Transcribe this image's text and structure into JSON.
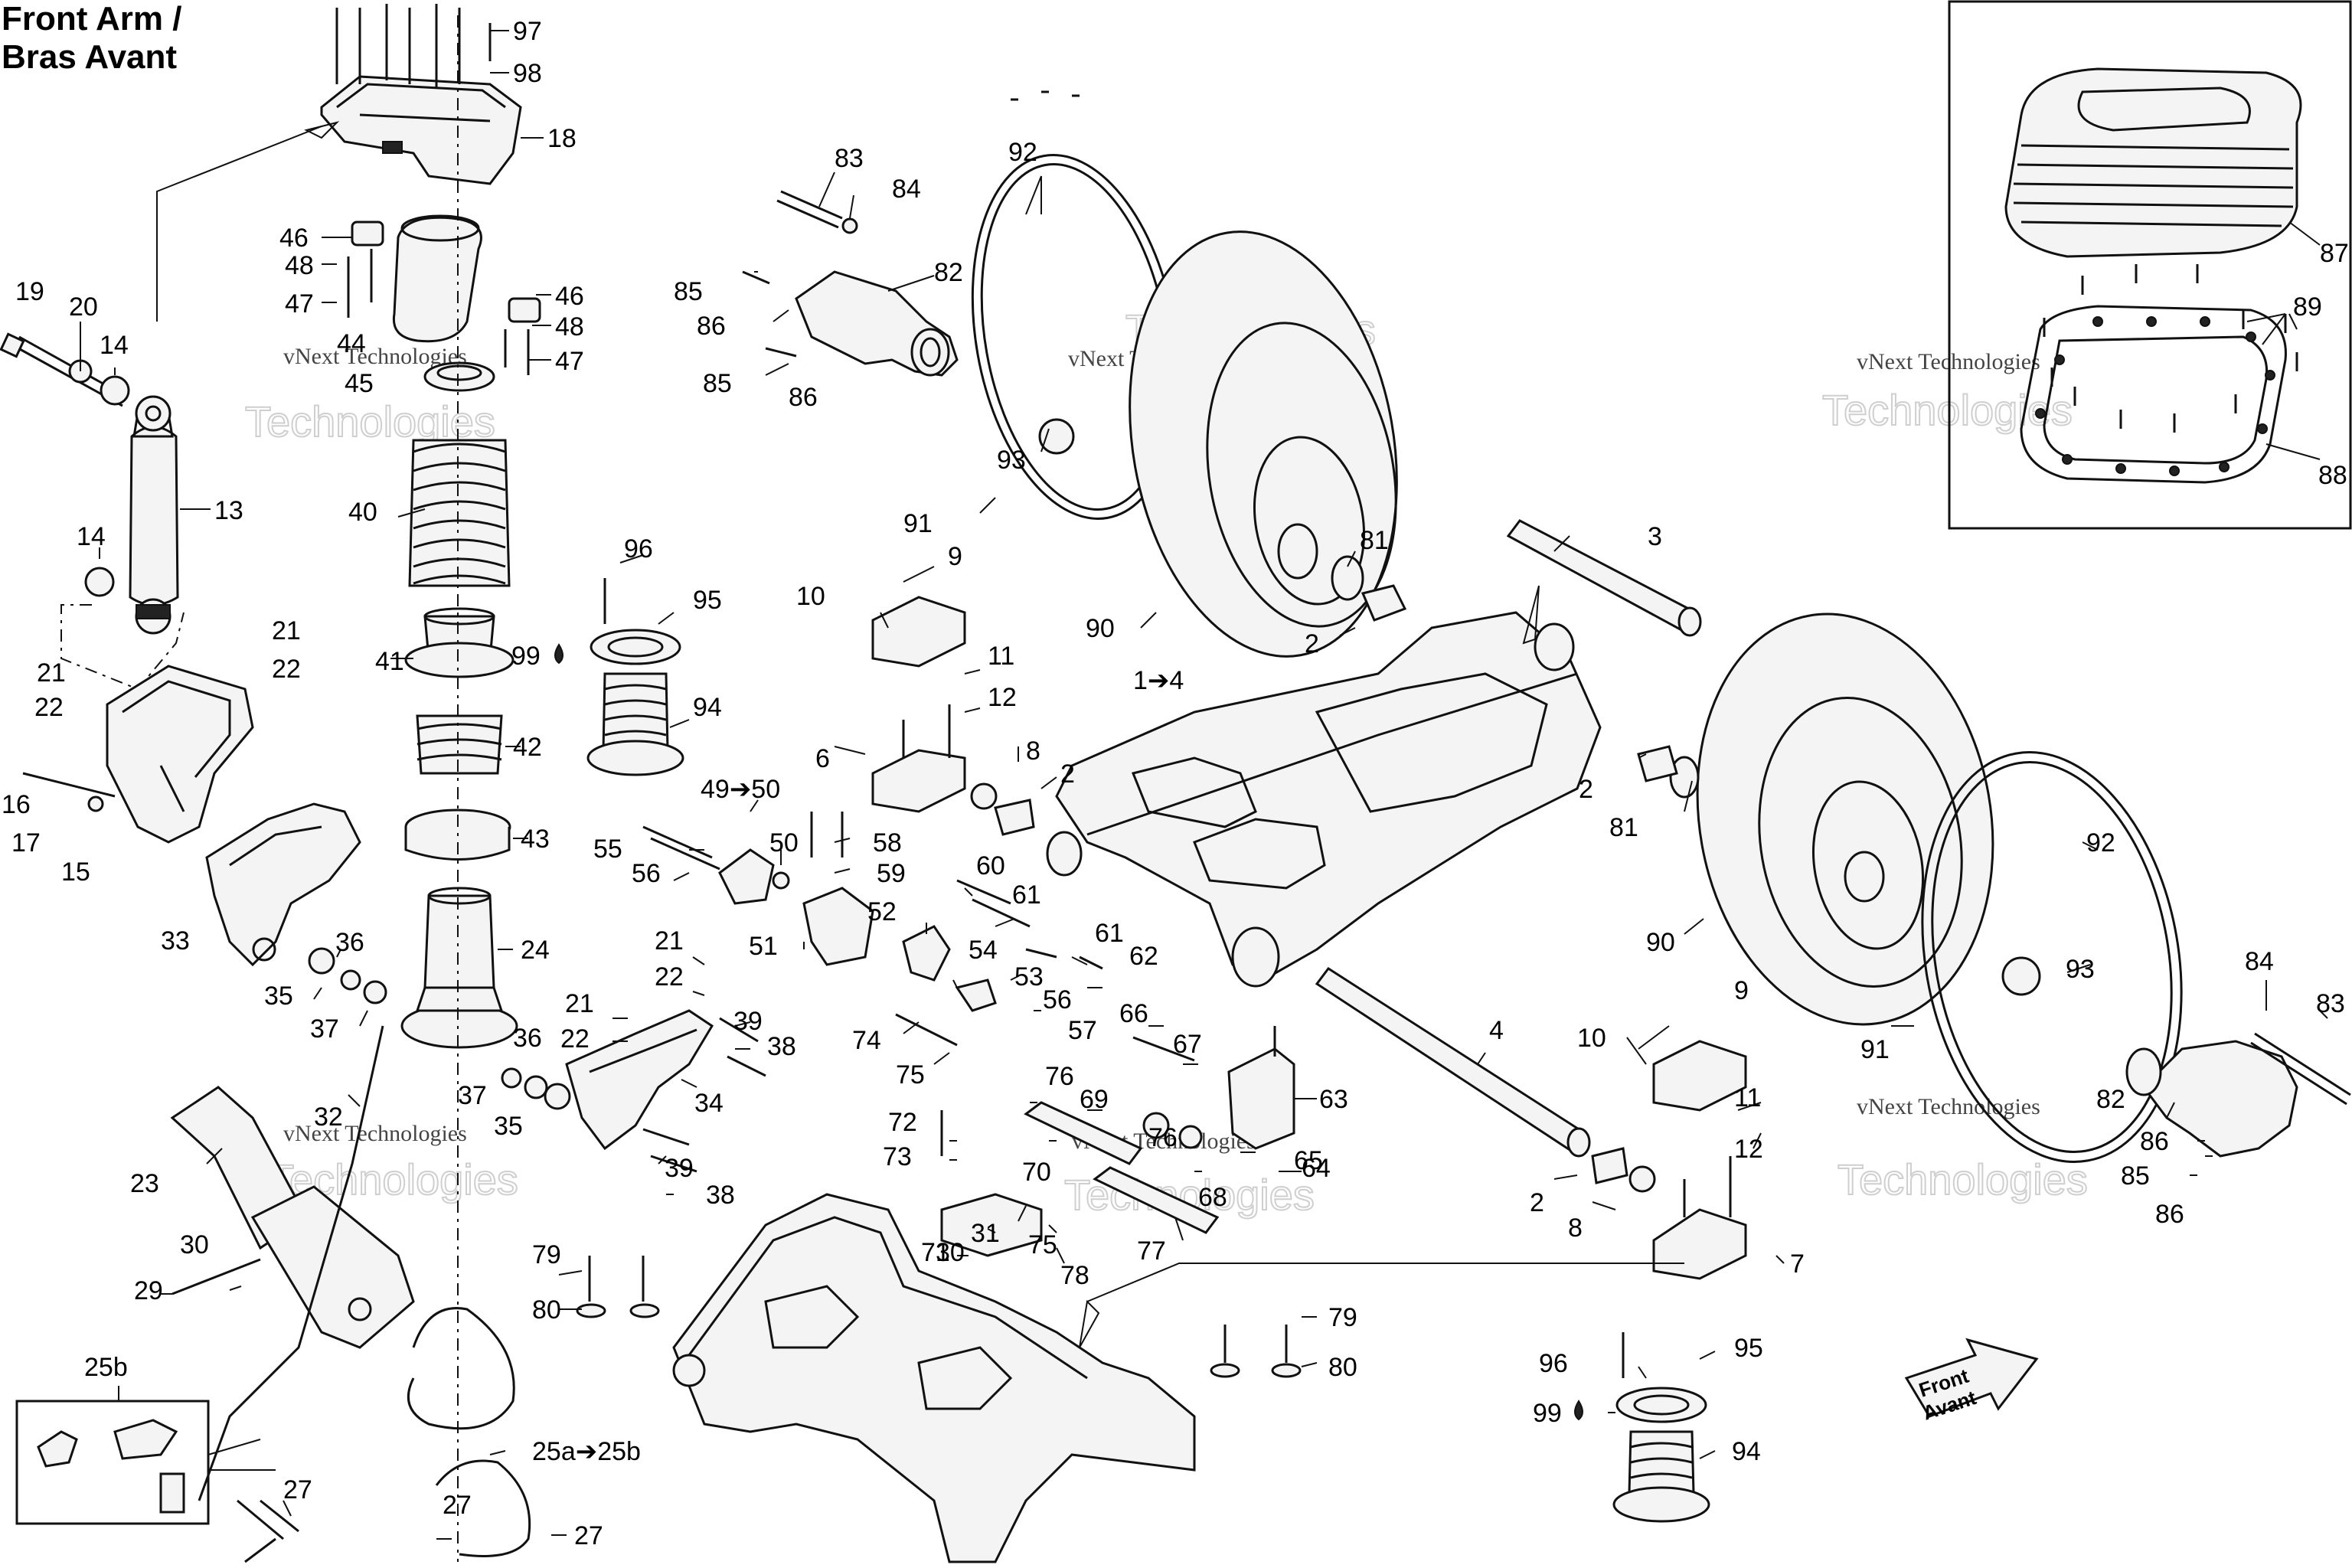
{
  "title": {
    "line1": "Front Arm /",
    "line2": "Bras Avant"
  },
  "watermark": {
    "company": "vNext Technologies",
    "word1": "vNext",
    "word2": "Technologies"
  },
  "front_arrow": {
    "line1": "Front",
    "line2": "Avant"
  },
  "callouts": {
    "c97": "97",
    "c98": "98",
    "c18": "18",
    "c46a": "46",
    "c48a": "48",
    "c47a": "47",
    "c46b": "46",
    "c48b": "48",
    "c47b": "47",
    "c44": "44",
    "c45": "45",
    "c19": "19",
    "c20": "20",
    "c14a": "14",
    "c13": "13",
    "c40": "40",
    "c14b": "14",
    "c21a": "21",
    "c22a": "22",
    "c21b": "21",
    "c22b": "22",
    "c16": "16",
    "c17": "17",
    "c15": "15",
    "c33": "33",
    "c41": "41",
    "c42": "42",
    "c43": "43",
    "c24": "24",
    "c36a": "36",
    "c35a": "35",
    "c37a": "37",
    "c96a": "96",
    "c95a": "95",
    "c99a": "99",
    "c94a": "94",
    "c83a": "83",
    "c84a": "84",
    "c82a": "82",
    "c85a": "85",
    "c86a": "86",
    "c85b": "85",
    "c86b": "86",
    "c92a": "92",
    "c93a": "93",
    "c91a": "91",
    "c90a": "90",
    "c81a": "81",
    "c2a": "2",
    "c87": "87",
    "c89": "89",
    "c88": "88",
    "c3": "3",
    "c1to4": "1➔4",
    "c9a": "9",
    "c10a": "10",
    "c11a": "11",
    "c12a": "12",
    "c6": "6",
    "c8a": "8",
    "c2b": "2",
    "c2c": "2",
    "c81b": "81",
    "c49to50": "49➔50",
    "c50": "50",
    "c58": "58",
    "c59": "59",
    "c55": "55",
    "c56a": "56",
    "c51": "51",
    "c52": "52",
    "c60": "60",
    "c61a": "61",
    "c61b": "61",
    "c62": "62",
    "c54": "54",
    "c53": "53",
    "c56b": "56",
    "c57": "57",
    "c21c": "21",
    "c22c": "22",
    "c21d": "21",
    "c22d": "22",
    "c39a": "39",
    "c38a": "38",
    "c34": "34",
    "c36b": "36",
    "c37b": "37",
    "c35b": "35",
    "c39b": "39",
    "c38b": "38",
    "c74": "74",
    "c75a": "75",
    "c66": "66",
    "c67": "67",
    "c63": "63",
    "c76a": "76",
    "c69": "69",
    "c76b": "76",
    "c72": "72",
    "c73": "73",
    "c70": "70",
    "c65": "65",
    "c68": "68",
    "c64": "64",
    "c71": "71",
    "c75b": "75",
    "c77": "77",
    "c78": "78",
    "c30a": "30",
    "c31": "31",
    "c32": "32",
    "c23": "23",
    "c30b": "30",
    "c29": "29",
    "c79a": "79",
    "c80a": "80",
    "c79b": "79",
    "c80b": "80",
    "c25b": "25b",
    "c25a": "25a➔25b",
    "c27a": "27",
    "c27b": "27",
    "c27c": "27",
    "c4": "4",
    "c9b": "9",
    "c10b": "10",
    "c11b": "11",
    "c12b": "12",
    "c2d": "2",
    "c8b": "8",
    "c7": "7",
    "c92b": "92",
    "c93b": "93",
    "c90b": "90",
    "c91b": "91",
    "c84b": "84",
    "c83b": "83",
    "c82b": "82",
    "c86c": "86",
    "c85c": "85",
    "c86d": "86",
    "c96b": "96",
    "c95b": "95",
    "c99b": "99",
    "c94b": "94"
  },
  "colors": {
    "ink": "#111111",
    "background": "#ffffff",
    "watermark": "#cfcfcf"
  }
}
